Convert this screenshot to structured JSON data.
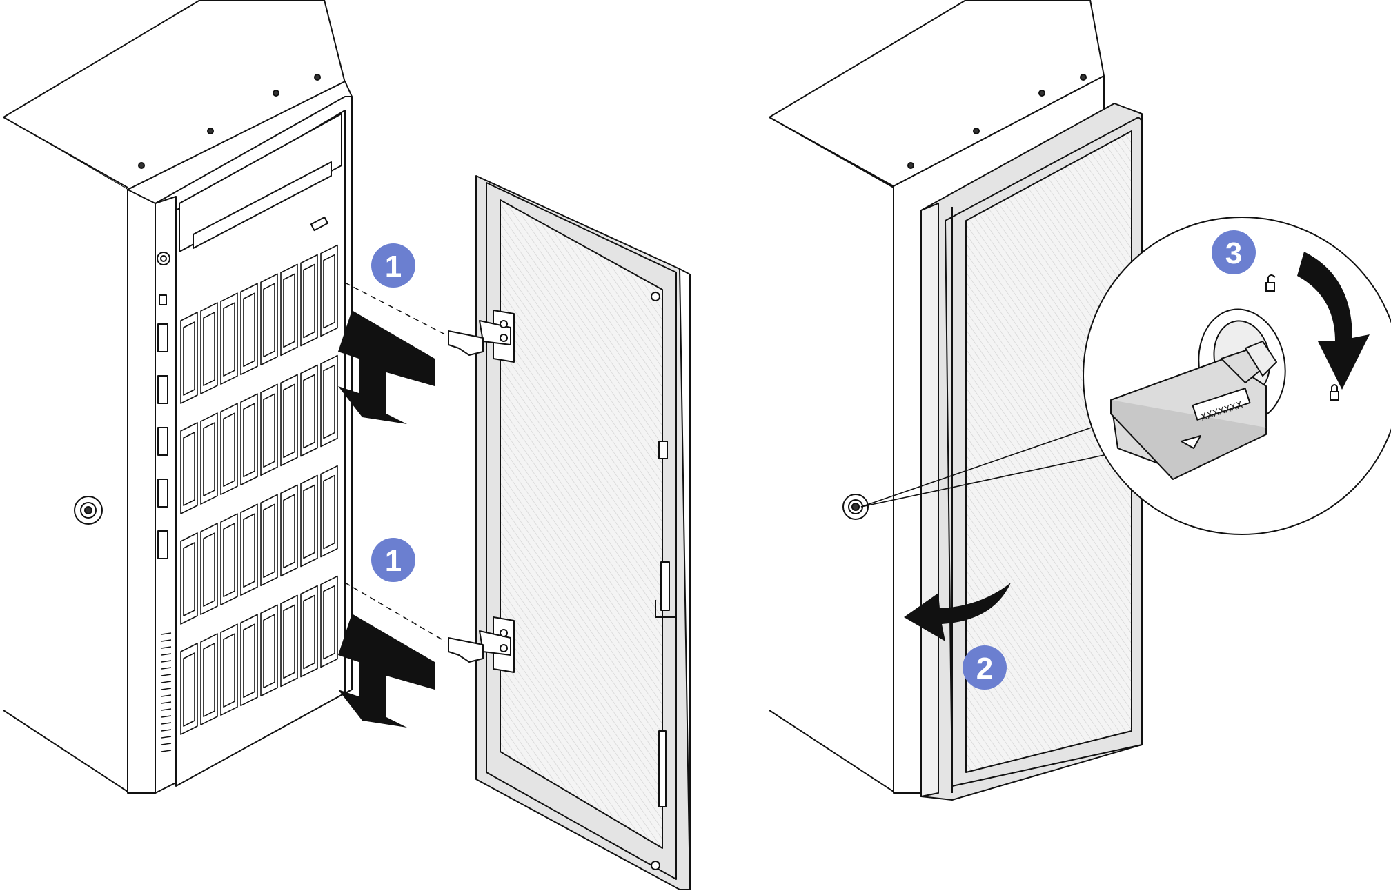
{
  "colors": {
    "callout": "#6b7fd0",
    "line": "#111111",
    "panel": "#ffffff",
    "door_frame": "#e4e4e4",
    "mesh": "#f2f2f2",
    "key": "#dcdcdc"
  },
  "callouts": {
    "step1_upper": "1",
    "step1_lower": "1",
    "step2": "2",
    "step3": "3"
  },
  "key": {
    "code": "XXXXXXX"
  },
  "icons": {
    "unlock": "unlock-icon",
    "lock": "lock-icon",
    "rotate_arrow": "rotate-clockwise-arrow",
    "swing_arrow": "swing-open-arrow"
  }
}
